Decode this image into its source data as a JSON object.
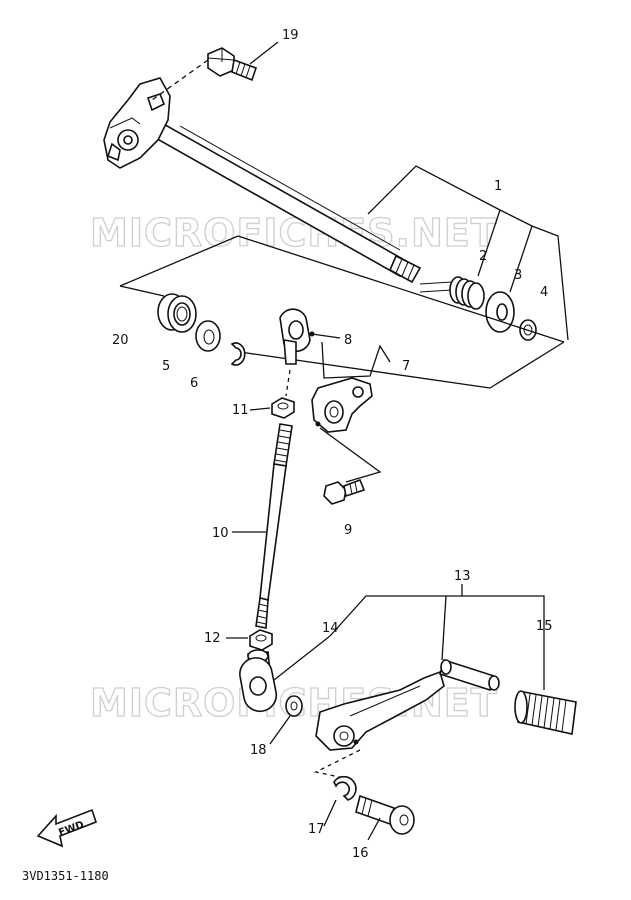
{
  "diagram": {
    "watermark": "MICROFICHES.NET",
    "diagram_code": "3VD1351-1180",
    "direction_label": "FWD",
    "callouts": [
      {
        "id": "1",
        "label": "1"
      },
      {
        "id": "2",
        "label": "2"
      },
      {
        "id": "3",
        "label": "3"
      },
      {
        "id": "4",
        "label": "4"
      },
      {
        "id": "5",
        "label": "5"
      },
      {
        "id": "6",
        "label": "6"
      },
      {
        "id": "7",
        "label": "7"
      },
      {
        "id": "8",
        "label": "8"
      },
      {
        "id": "9",
        "label": "9"
      },
      {
        "id": "10",
        "label": "10"
      },
      {
        "id": "11",
        "label": "11"
      },
      {
        "id": "12",
        "label": "12"
      },
      {
        "id": "13",
        "label": "13"
      },
      {
        "id": "14",
        "label": "14"
      },
      {
        "id": "15",
        "label": "15"
      },
      {
        "id": "16",
        "label": "16"
      },
      {
        "id": "17",
        "label": "17"
      },
      {
        "id": "18",
        "label": "18"
      },
      {
        "id": "19",
        "label": "19"
      },
      {
        "id": "20",
        "label": "20"
      }
    ]
  }
}
